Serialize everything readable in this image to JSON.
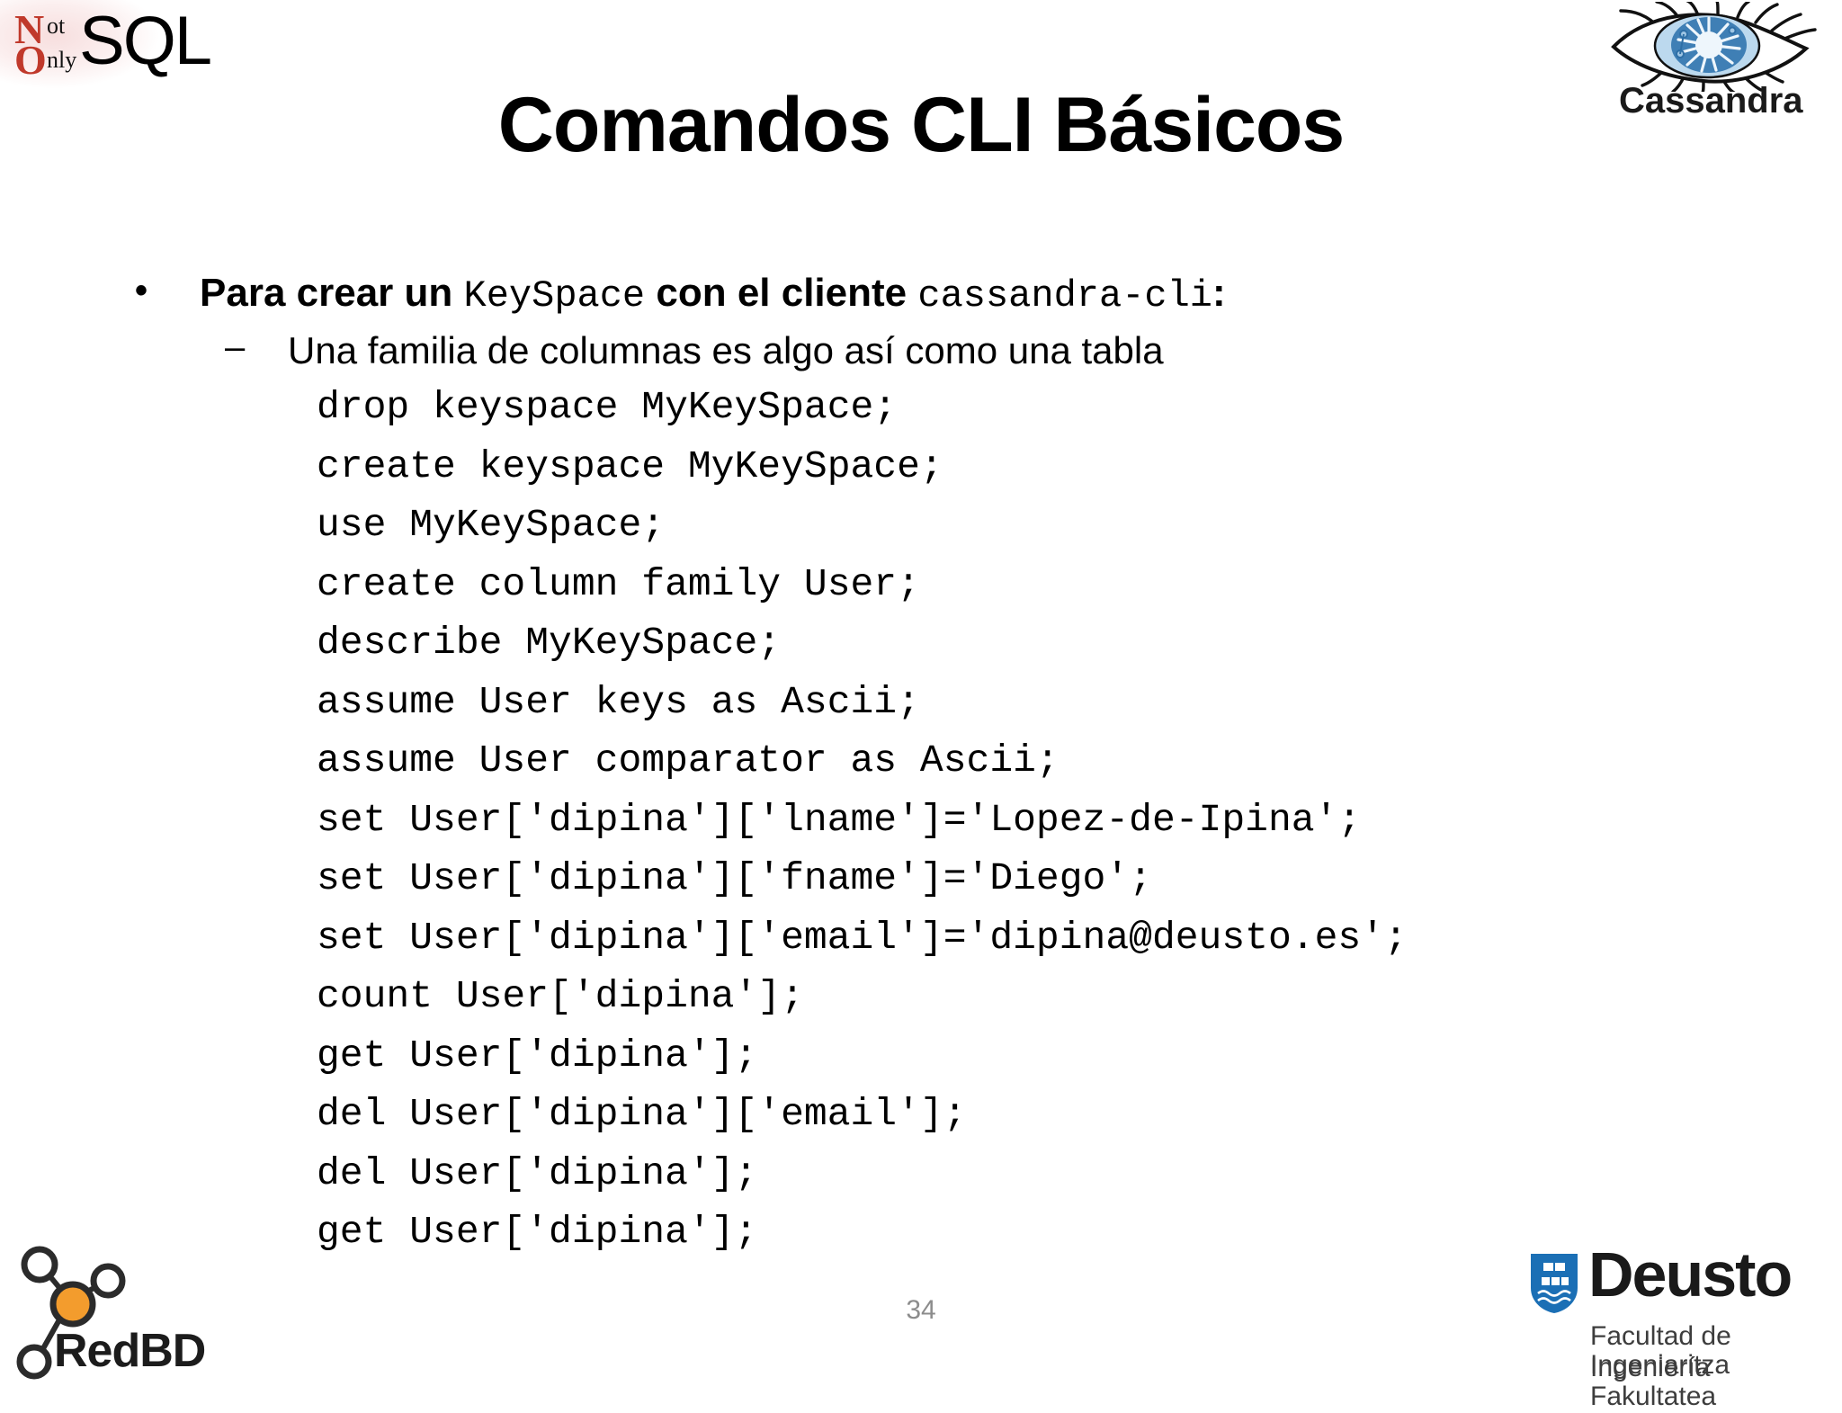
{
  "logos": {
    "nosql": {
      "n": "N",
      "ot": "ot",
      "o": "O",
      "nly": "nly",
      "sql": "SQL",
      "accent_color": "#c0392b"
    },
    "cassandra": {
      "wordmark": "Cassandra",
      "iris_color": "#3f7fb5",
      "eye_fill": "#bcd9ee"
    },
    "redbd": {
      "wordmark": "RedBD",
      "node_color": "#f39c2d",
      "edge_color": "#2b2b2b"
    },
    "deusto": {
      "wordmark": "Deusto",
      "line1": "Facultad de Ingeniería",
      "line2": "Ingeniaritza Fakultatea",
      "shield_color": "#1b6fb5"
    }
  },
  "slide": {
    "title": "Comandos CLI Básicos",
    "page_number": "34",
    "bullets": {
      "level1": {
        "marker": "•",
        "part1": "Para crear un ",
        "code1": "KeySpace",
        "part2": " con el cliente ",
        "code2": "cassandra-cli",
        "part3": ":"
      },
      "level2": {
        "marker": "–",
        "text": "Una familia de columnas es algo así como una tabla"
      }
    },
    "code_lines": [
      "drop keyspace MyKeySpace;",
      "create keyspace MyKeySpace;",
      "use MyKeySpace;",
      "create column family User;",
      "describe MyKeySpace;",
      "assume User keys as Ascii;",
      "assume User comparator as Ascii;",
      "set User['dipina']['lname']='Lopez-de-Ipina';",
      "set User['dipina']['fname']='Diego';",
      "set User['dipina']['email']='dipina@deusto.es';",
      "count User['dipina'];",
      "get User['dipina'];",
      "del User['dipina']['email'];",
      "del User['dipina'];",
      "get User['dipina'];"
    ]
  }
}
